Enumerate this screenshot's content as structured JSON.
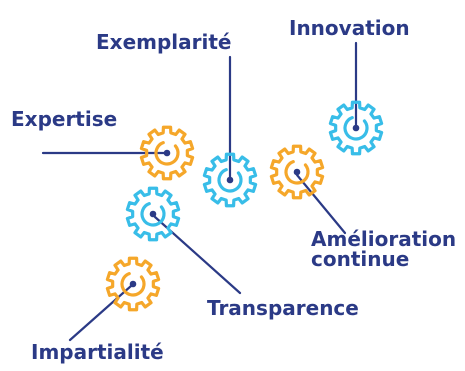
{
  "colors": {
    "text": "#2b3a86",
    "line": "#2b3a86",
    "orange": "#f5a72a",
    "blue": "#38bde8"
  },
  "labels": {
    "innovation": "Innovation",
    "exemplarite": "Exemplarité",
    "expertise": "Expertise",
    "amelioration_line1": "Amélioration",
    "amelioration_line2": "continue",
    "transparence": "Transparence",
    "impartialite": "Impartialité"
  },
  "gears": [
    {
      "id": "expertise",
      "color": "orange",
      "icon": "gear-icon"
    },
    {
      "id": "exemplarite",
      "color": "blue",
      "icon": "gear-icon"
    },
    {
      "id": "amelioration",
      "color": "orange",
      "icon": "gear-icon"
    },
    {
      "id": "innovation",
      "color": "blue",
      "icon": "gear-icon"
    },
    {
      "id": "transparence",
      "color": "blue",
      "icon": "gear-icon"
    },
    {
      "id": "impartialite",
      "color": "orange",
      "icon": "gear-icon"
    }
  ]
}
